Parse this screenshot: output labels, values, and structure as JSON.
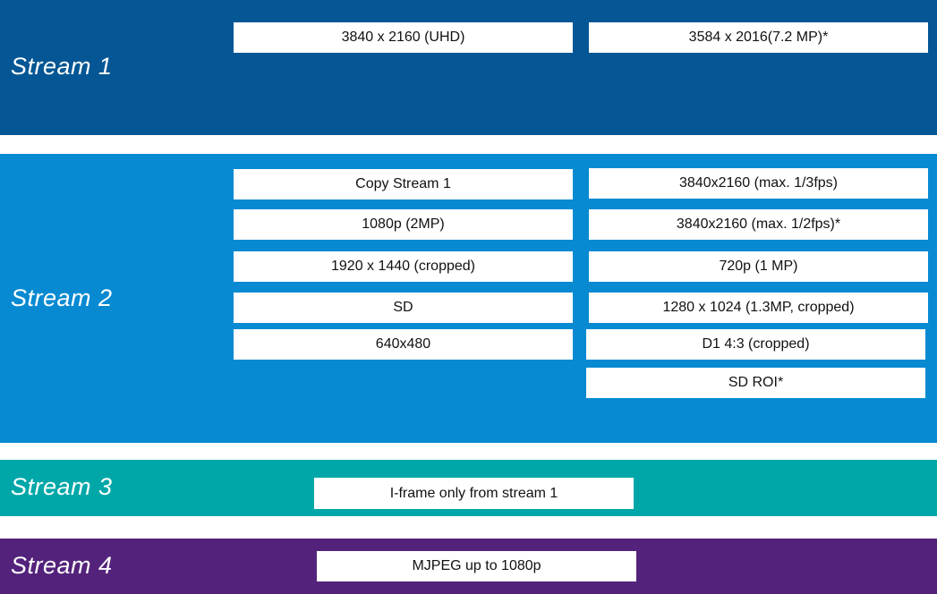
{
  "colors": {
    "stream1": "#045694",
    "stream2": "#078ad1",
    "stream3": "#00a7a8",
    "stream4": "#53237b"
  },
  "streams": [
    {
      "title": "Stream 1",
      "options": [
        "3840 x 2160 (UHD)",
        "3584 x 2016(7.2 MP)*"
      ]
    },
    {
      "title": "Stream 2",
      "left_options": [
        "Copy Stream 1",
        "1080p (2MP)",
        "1920 x 1440 (cropped)",
        "SD",
        "640x480"
      ],
      "right_options": [
        "3840x2160 (max. 1/3fps)",
        "3840x2160 (max. 1/2fps)*",
        "720p (1 MP)",
        "1280 x 1024 (1.3MP, cropped)",
        "D1 4:3 (cropped)",
        "SD ROI*"
      ]
    },
    {
      "title": "Stream 3",
      "options": [
        "I-frame only from stream 1"
      ]
    },
    {
      "title": "Stream 4",
      "options": [
        "MJPEG up to 1080p"
      ]
    }
  ]
}
